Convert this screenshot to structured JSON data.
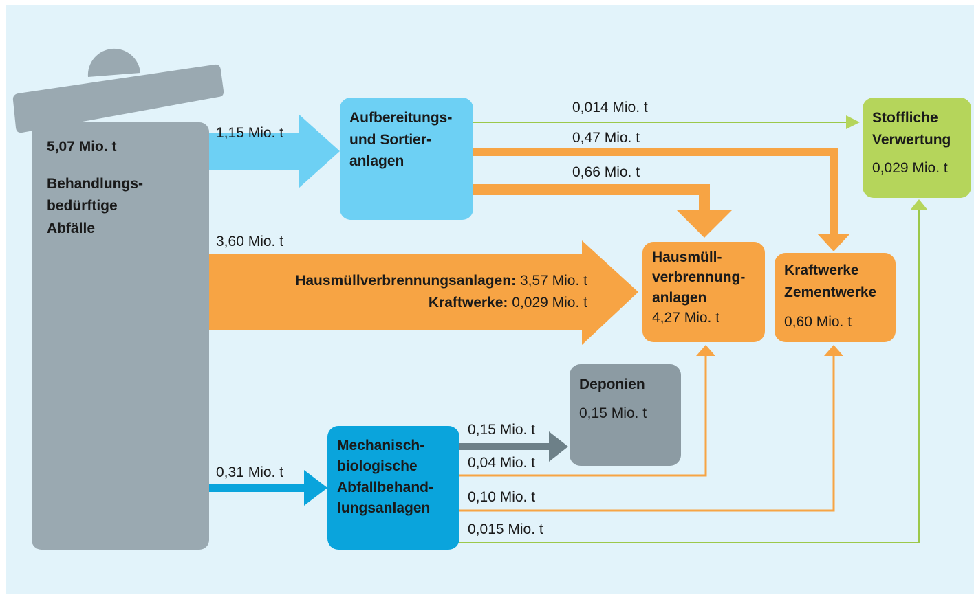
{
  "colors": {
    "background": "#e2f3fa",
    "bin_gray": "#9aa9b1",
    "light_blue": "#6dd0f4",
    "blue": "#0aa4dc",
    "orange": "#f7a444",
    "green": "#b5d55b",
    "slate": "#6d8088",
    "landfill_gray": "#8c9ba3"
  },
  "source": {
    "amount": "5,07 Mio. t",
    "label": "Behandlungs-\nbedürftige\nAbfälle"
  },
  "boxes": {
    "sorting": {
      "title": "Aufbereitungs-\nund Sortier-\nanlagen"
    },
    "mbt": {
      "title": "Mechanisch-\nbiologische\nAbfallbehand-\nlungsanlagen"
    },
    "landfill": {
      "title": "Deponien",
      "amount": "0,15 Mio. t"
    },
    "incineration": {
      "title": "Hausmüll-\nverbrennung-\nanlagen",
      "amount": "4,27 Mio. t"
    },
    "power": {
      "title": "Kraftwerke\nZementwerke",
      "amount": "0,60 Mio. t"
    },
    "recycling": {
      "title": "Stoffliche\nVerwertung",
      "amount": "0,029 Mio. t"
    }
  },
  "flows": {
    "to_sorting": "1,15 Mio. t",
    "to_incineration": "3,60 Mio. t",
    "to_mbt": "0,31 Mio. t",
    "sorting_to_recycling": "0,014 Mio. t",
    "sorting_to_power": "0,47 Mio. t",
    "sorting_to_incineration": "0,66 Mio. t",
    "mbt_to_landfill": "0,15 Mio. t",
    "mbt_to_incineration": "0,04 Mio. t",
    "mbt_to_power": "0,10 Mio. t",
    "mbt_to_recycling": "0,015 Mio. t"
  },
  "split": {
    "incineration_label": "Hausmüllverbrennungsanlagen:",
    "incineration_value": "3,57 Mio. t",
    "power_label": "Kraftwerke:",
    "power_value": "0,029 Mio. t"
  }
}
